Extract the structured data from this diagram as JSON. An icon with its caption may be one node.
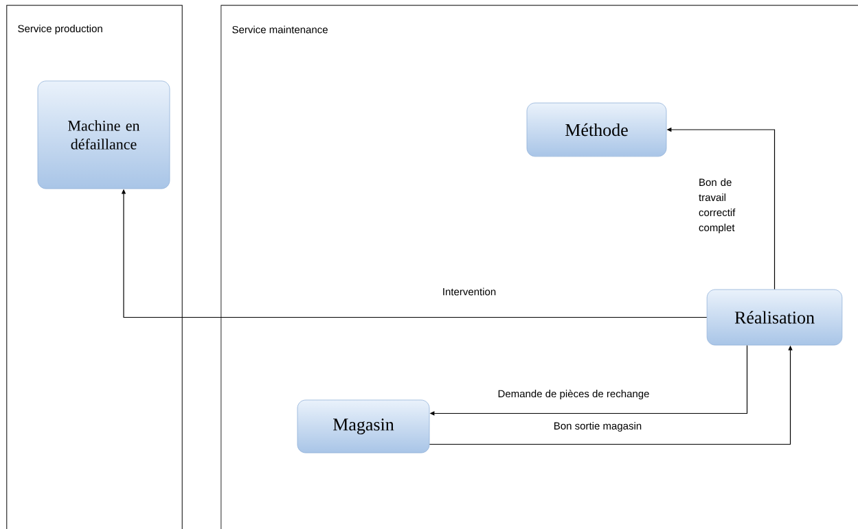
{
  "diagram": {
    "nodes": [
      {
        "text": [
          "Service production"
        ]
      },
      {
        "text": [
          "Service maintenance"
        ]
      },
      {
        "text": [
          "Machine en défaillance"
        ],
        "in": 0
      },
      {
        "text": [
          "Méthode"
        ],
        "in": 1
      },
      {
        "text": [
          "Réalisation"
        ],
        "in": 1
      },
      {
        "text": [
          "Magasin"
        ],
        "in": 1
      }
    ],
    "edges": [
      {
        "from": 4,
        "to": 3,
        "arrow": "to",
        "label": "Bon de travail correctif complet"
      },
      {
        "from": 4,
        "to": 2,
        "arrow": "to",
        "label": "Intervention"
      },
      {
        "from": 4,
        "to": 5,
        "arrow": "to",
        "label": "Demande de pièces de rechange"
      },
      {
        "from": 5,
        "to": 4,
        "arrow": "to",
        "label": "Bon sortie magasin"
      }
    ]
  }
}
